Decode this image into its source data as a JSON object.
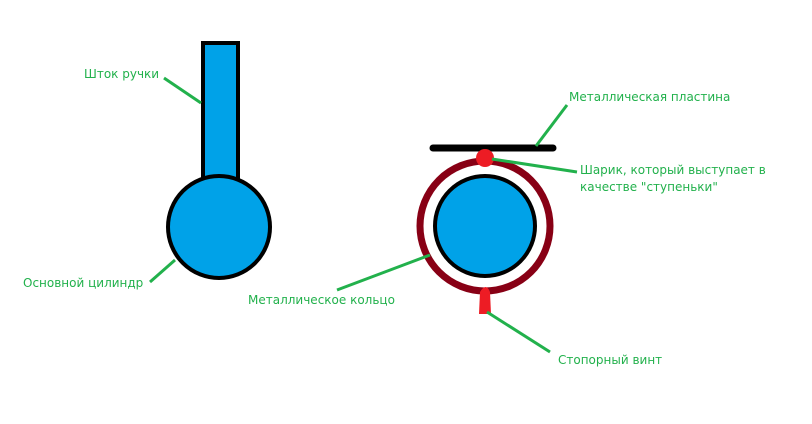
{
  "colors": {
    "label_text": "#22b14c",
    "leader_line": "#22b14c",
    "cylinder_fill": "#00a2e8",
    "outline": "#000000",
    "ring": "#880015",
    "ball_and_screw": "#ed1c24",
    "plate": "#000000"
  },
  "labels": {
    "rod": "Шток ручки",
    "cylinder": "Основной цилиндр",
    "ring": "Металлическое кольцо",
    "plate": "Металлическая пластина",
    "ball_line1": "Шарик, который выступает в",
    "ball_line2": "качестве \"ступеньки\"",
    "screw": "Стопорный винт"
  }
}
